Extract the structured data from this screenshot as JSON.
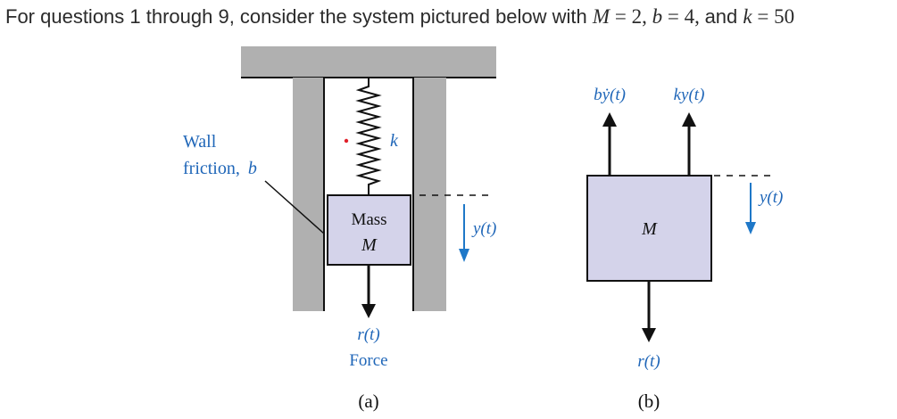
{
  "prompt": {
    "lead": "For questions 1 through 9, consider the system pictured below with",
    "m_sym": "M",
    "m_val": "2",
    "b_sym": "b",
    "b_val": "4",
    "and": "and",
    "k_sym": "k",
    "k_val": "50",
    "eq": "=",
    "comma": ","
  },
  "figure_a": {
    "wall_label_1": "Wall",
    "wall_label_2": "friction,",
    "wall_label_b": "b",
    "spring_label": "k",
    "mass_label": "Mass",
    "mass_symbol": "M",
    "displacement_label": "y(t)",
    "force_symbol": "r(t)",
    "force_label": "Force",
    "caption": "(a)"
  },
  "figure_b": {
    "damper_force_label": "bẏ(t)",
    "spring_force_label": "ky(t)",
    "mass_symbol": "M",
    "displacement_label": "y(t)",
    "force_symbol": "r(t)",
    "caption": "(b)"
  },
  "colors": {
    "wall_gray": "#b0b0b0",
    "mass_fill": "#d4d3ea",
    "label_blue": "#1f66b8",
    "arrow_blue": "#1f78c8",
    "red_dot": "#e0202a",
    "text_dark": "#2b2b2b"
  }
}
